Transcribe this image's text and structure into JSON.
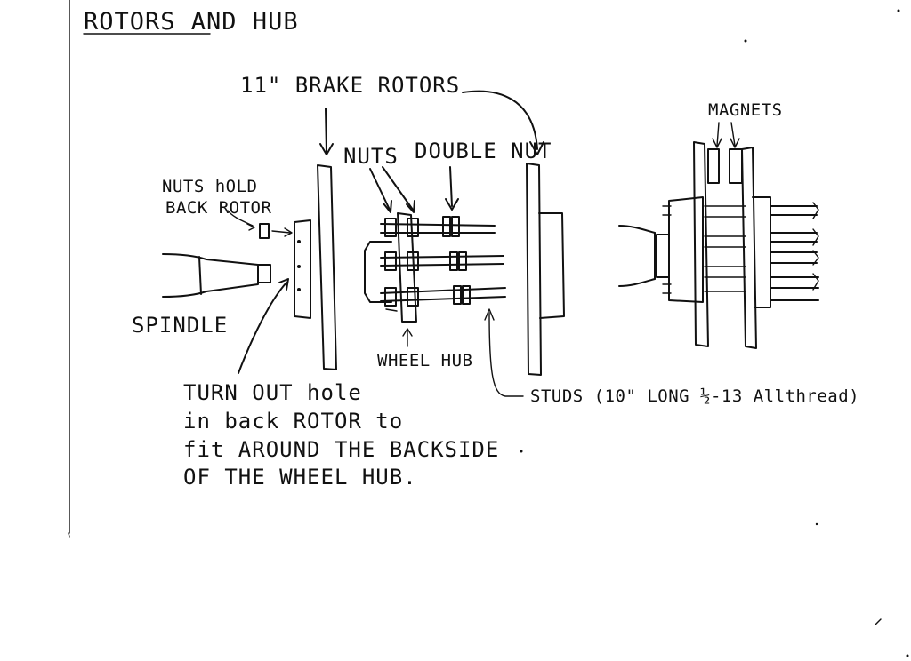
{
  "title": "ROTORS AND HUB",
  "labels": {
    "brake_rotors": "11\" BRAKE ROTORS",
    "magnets": "MAGNETS",
    "nuts": "NUTS",
    "double_nut": "DOUBLE NUT",
    "nuts_hold_line1": "NUTS hOLD",
    "nuts_hold_line2": "BACK ROTOR",
    "spindle": "SPINDLE",
    "wheel_hub": "WHEEL HUB",
    "studs": "STUDS (10\" LONG ½-13 Allthread)"
  },
  "note": {
    "line1": "TURN OUT hole",
    "line2": "in back ROTOR to",
    "line3": "fit AROUND THE BACKSIDE",
    "line4": "OF THE WHEEL HUB."
  }
}
